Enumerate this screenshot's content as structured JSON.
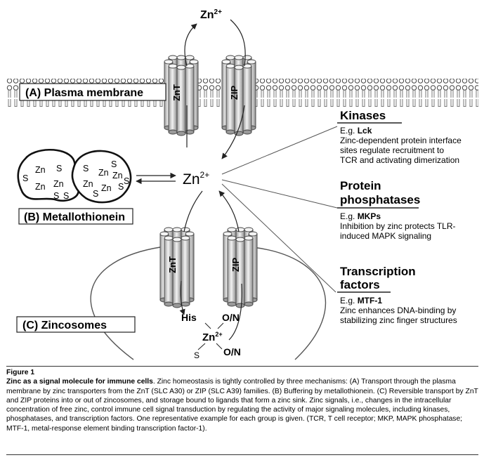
{
  "diagram": {
    "plasma_membrane_label": "(A) Plasma membrane",
    "metallothionein_label": "(B) Metallothionein",
    "zincosomes_label": "(C) Zincosomes",
    "transporter_znt": "ZnT",
    "transporter_zip": "ZIP",
    "zn_top": "Zn",
    "zn_top_charge": "2+",
    "zn_center": "Zn",
    "zn_center_charge": "2+",
    "mt_atoms": {
      "left": [
        "Zn",
        "S",
        "Zn",
        "Zn",
        "S",
        "S",
        "S"
      ],
      "right": [
        "S",
        "S",
        "Zn",
        "Zn",
        "Zn",
        "Zn",
        "S",
        "S",
        "S"
      ]
    },
    "zincosome_complex": {
      "his": "His",
      "on1": "O/N",
      "zn": "Zn",
      "charge": "2+",
      "s": "S",
      "on2": "O/N"
    },
    "targets": [
      {
        "heading_lines": [
          "Kinases"
        ],
        "example_prefix": "E.g. ",
        "example": "Lck",
        "description_lines": [
          "Zinc-dependent protein interface",
          "sites regulate recruitment to",
          "TCR and activating dimerization"
        ]
      },
      {
        "heading_lines": [
          "Protein",
          "phosphatases"
        ],
        "example_prefix": "E.g. ",
        "example": "MKPs",
        "description_lines": [
          "Inhibition by zinc protects TLR-",
          "induced MAPK signaling"
        ]
      },
      {
        "heading_lines": [
          "Transcription",
          "factors"
        ],
        "example_prefix": "E.g. ",
        "example": "MTF-1",
        "description_lines": [
          "Zinc enhances DNA-binding by",
          "stabilizing zinc finger structures"
        ]
      }
    ]
  },
  "caption": {
    "figure_label": "Figure 1",
    "title": "Zinc as a signal molecule for immune cells",
    "text": ". Zinc homeostasis is tightly controlled by three mechanisms: (A) Transport through the plasma membrane by zinc transporters from the ZnT (SLC A30) or ZIP (SLC A39) families. (B) Buffering by metallothionein. (C) Reversible transport by ZnT and ZIP proteins into or out of zincosomes, and storage bound to ligands that form a zinc sink. Zinc signals, i.e., changes in the intracellular concentration of free zinc, control immune cell signal transduction by regulating the activity of major signaling molecules, including kinases, phosphatases, and transcription factors. One representative example for each group is given. (TCR, T cell receptor; MKP, MAPK phosphatase; MTF-1, metal-response element binding transcription factor-1)."
  }
}
